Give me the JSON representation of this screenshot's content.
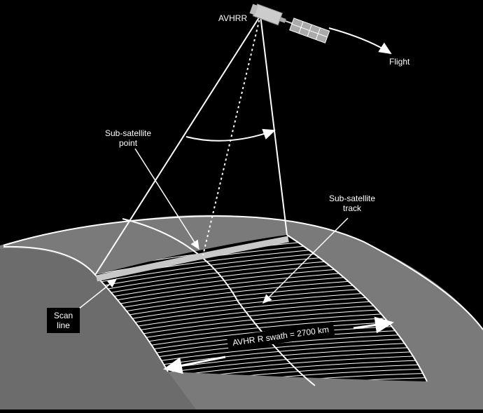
{
  "labels": {
    "sensor": "AVHRR",
    "flight": "Flight",
    "sub_satellite_point": [
      "Sub-satellite",
      "point"
    ],
    "sub_satellite_track": [
      "Sub-satellite",
      "track"
    ],
    "scan_line": [
      "Scan",
      "line"
    ],
    "swath": "AVHR R swath = 2700 km"
  },
  "colors": {
    "background": "#000000",
    "earth": "#7a7a7a",
    "line": "#ffffff",
    "scan_highlight": "#c8c8c8"
  }
}
